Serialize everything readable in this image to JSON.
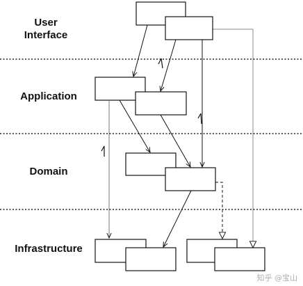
{
  "layers": [
    {
      "id": "ui",
      "line1": "User",
      "line2": "Interface"
    },
    {
      "id": "app",
      "label": "Application"
    },
    {
      "id": "domain",
      "label": "Domain"
    },
    {
      "id": "infra",
      "label": "Infrastructure"
    }
  ],
  "watermark": "知乎 @宝山",
  "colors": {
    "line": "#111111",
    "separator": "#222222",
    "box_fill": "#ffffff"
  }
}
